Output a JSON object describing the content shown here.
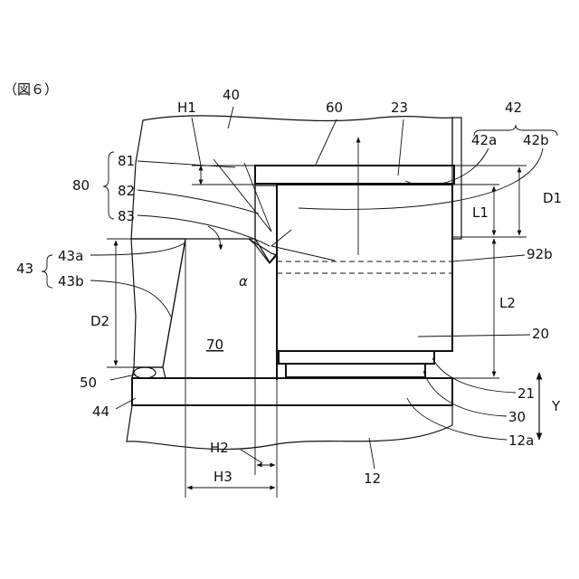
{
  "figure_label": "（図６）",
  "callouts": {
    "c40": "40",
    "c60": "60",
    "c23": "23",
    "c42": "42",
    "c42a": "42a",
    "c42b": "42b",
    "h1": "H1",
    "c81": "81",
    "c80": "80",
    "c82": "82",
    "c83": "83",
    "c43": "43",
    "c43a": "43a",
    "c43b": "43b",
    "d1": "D1",
    "l1": "L1",
    "c92b": "92b",
    "alpha": "α",
    "l2": "L2",
    "d2": "D2",
    "c70": "70",
    "c20": "20",
    "c50": "50",
    "c21": "21",
    "c44": "44",
    "c30": "30",
    "y": "Y",
    "c12a": "12a",
    "h2": "H2",
    "c12": "12",
    "h3": "H3"
  }
}
